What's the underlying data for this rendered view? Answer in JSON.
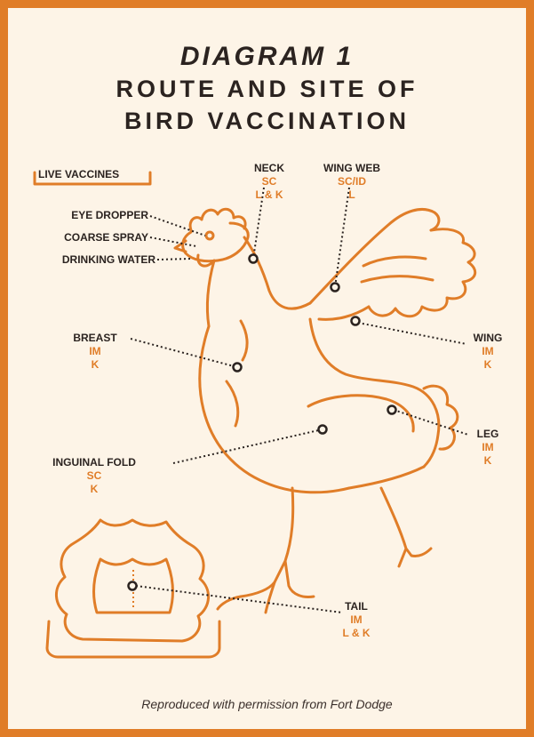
{
  "title": {
    "line1": "DIAGRAM 1",
    "line2": "ROUTE AND SITE OF",
    "line3": "BIRD VACCINATION"
  },
  "live_vaccines": {
    "header": "LIVE VACCINES",
    "items": [
      "EYE DROPPER",
      "COARSE SPRAY",
      "DRINKING WATER"
    ]
  },
  "sites": {
    "neck": {
      "name": "NECK",
      "route": "SC",
      "type": "L & K"
    },
    "wing_web": {
      "name": "WING WEB",
      "route": "SC/ID",
      "type": "L"
    },
    "breast": {
      "name": "BREAST",
      "route": "IM",
      "type": "K"
    },
    "wing": {
      "name": "WING",
      "route": "IM",
      "type": "K"
    },
    "leg": {
      "name": "LEG",
      "route": "IM",
      "type": "K"
    },
    "inguinal_fold": {
      "name": "INGUINAL FOLD",
      "route": "SC",
      "type": "K"
    },
    "tail": {
      "name": "TAIL",
      "route": "IM",
      "type": "L & K"
    }
  },
  "credit": "Reproduced with permission from Fort Dodge",
  "colors": {
    "frame": "#e07d28",
    "background": "#fdf4e7",
    "text": "#2b2320",
    "accent": "#e07d28"
  }
}
